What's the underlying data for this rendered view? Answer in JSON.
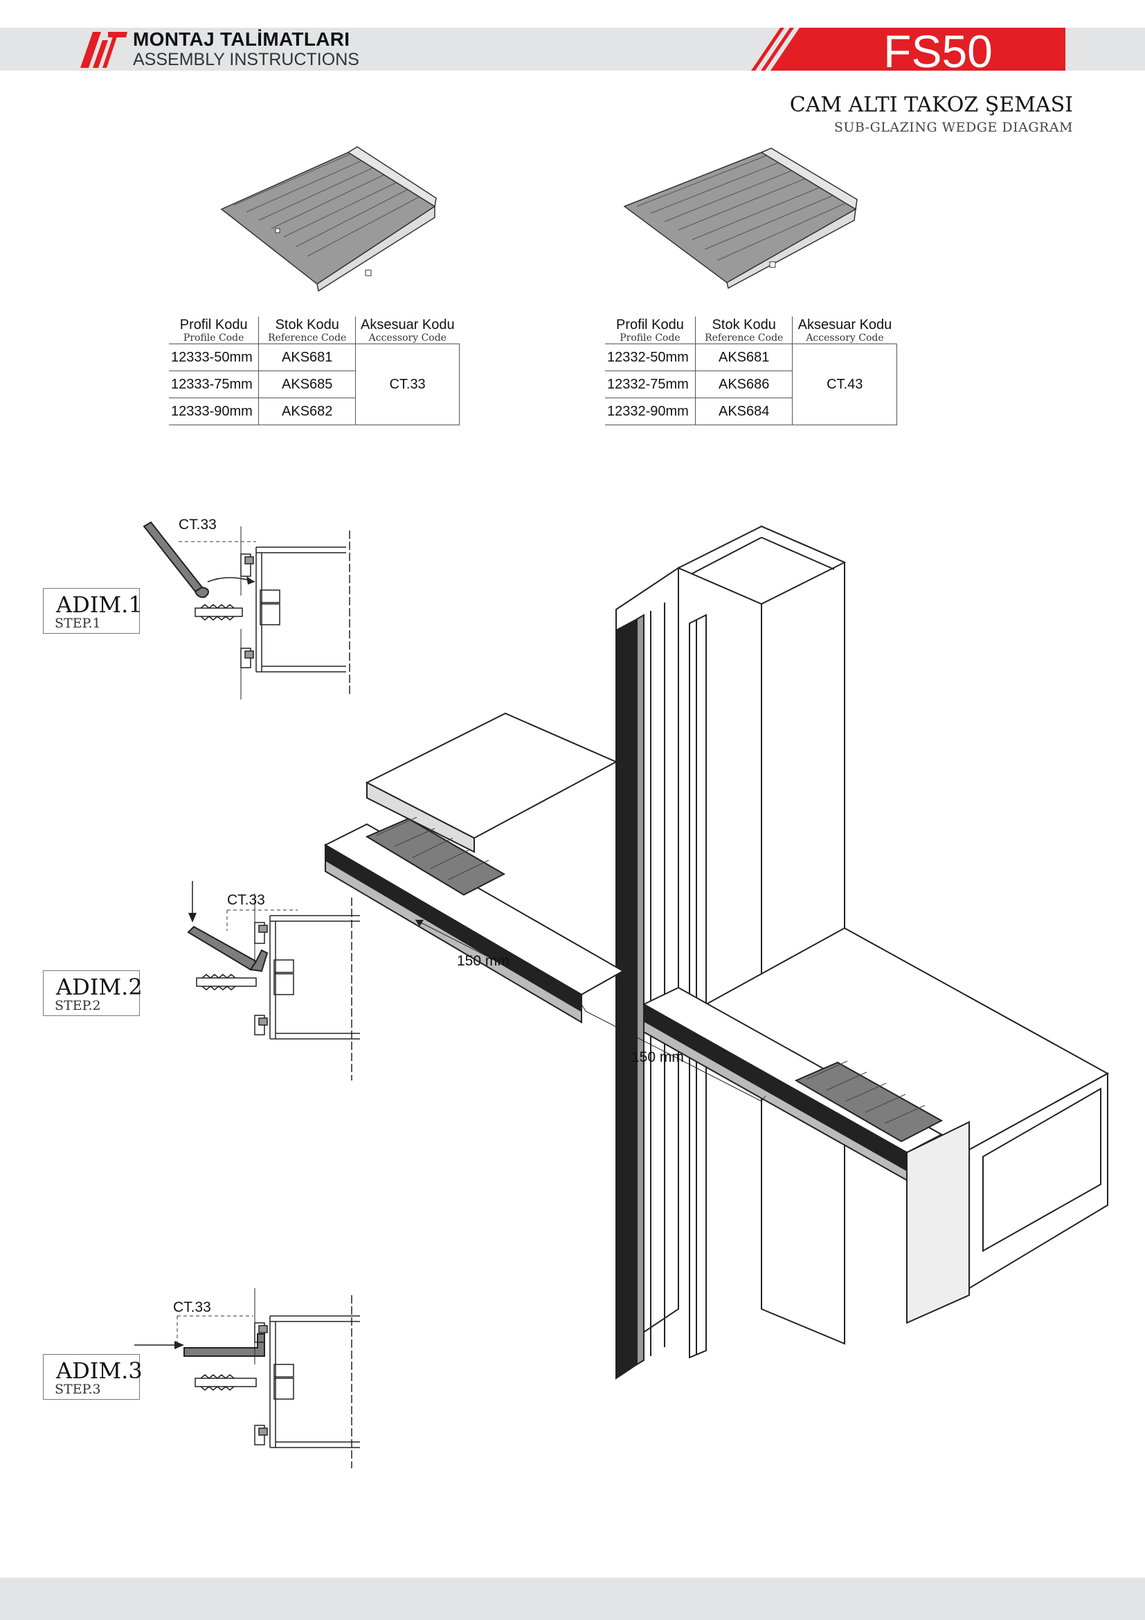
{
  "header": {
    "title_tr": "MONTAJ TALİMATLARI",
    "title_en": "ASSEMBLY INSTRUCTIONS",
    "model": "FS50",
    "brand_color": "#e31e24",
    "band_color": "#e3e4e5"
  },
  "diagram_title": {
    "tr": "CAM ALTI TAKOZ ŞEMASI",
    "en": "SUB-GLAZING WEDGE  DIAGRAM"
  },
  "table_headers": {
    "profile_tr": "Profil Kodu",
    "profile_en": "Profile Code",
    "stock_tr": "Stok Kodu",
    "stock_en": "Reference Code",
    "accessory_tr": "Aksesuar Kodu",
    "accessory_en": "Accessory Code"
  },
  "tables": [
    {
      "accessory": "CT.33",
      "rows": [
        {
          "profile": "12333-50mm",
          "stock": "AKS681"
        },
        {
          "profile": "12333-75mm",
          "stock": "AKS685"
        },
        {
          "profile": "12333-90mm",
          "stock": "AKS682"
        }
      ]
    },
    {
      "accessory": "CT.43",
      "rows": [
        {
          "profile": "12332-50mm",
          "stock": "AKS681"
        },
        {
          "profile": "12332-75mm",
          "stock": "AKS686"
        },
        {
          "profile": "12332-90mm",
          "stock": "AKS684"
        }
      ]
    }
  ],
  "steps": [
    {
      "tr": "ADIM.1",
      "en": "STEP.1",
      "part": "CT.33"
    },
    {
      "tr": "ADIM.2",
      "en": "STEP.2",
      "part": "CT.33"
    },
    {
      "tr": "ADIM.3",
      "en": "STEP.3",
      "part": "CT.33"
    }
  ],
  "dimensions": {
    "left": "150 mm",
    "right": "150 mm"
  }
}
